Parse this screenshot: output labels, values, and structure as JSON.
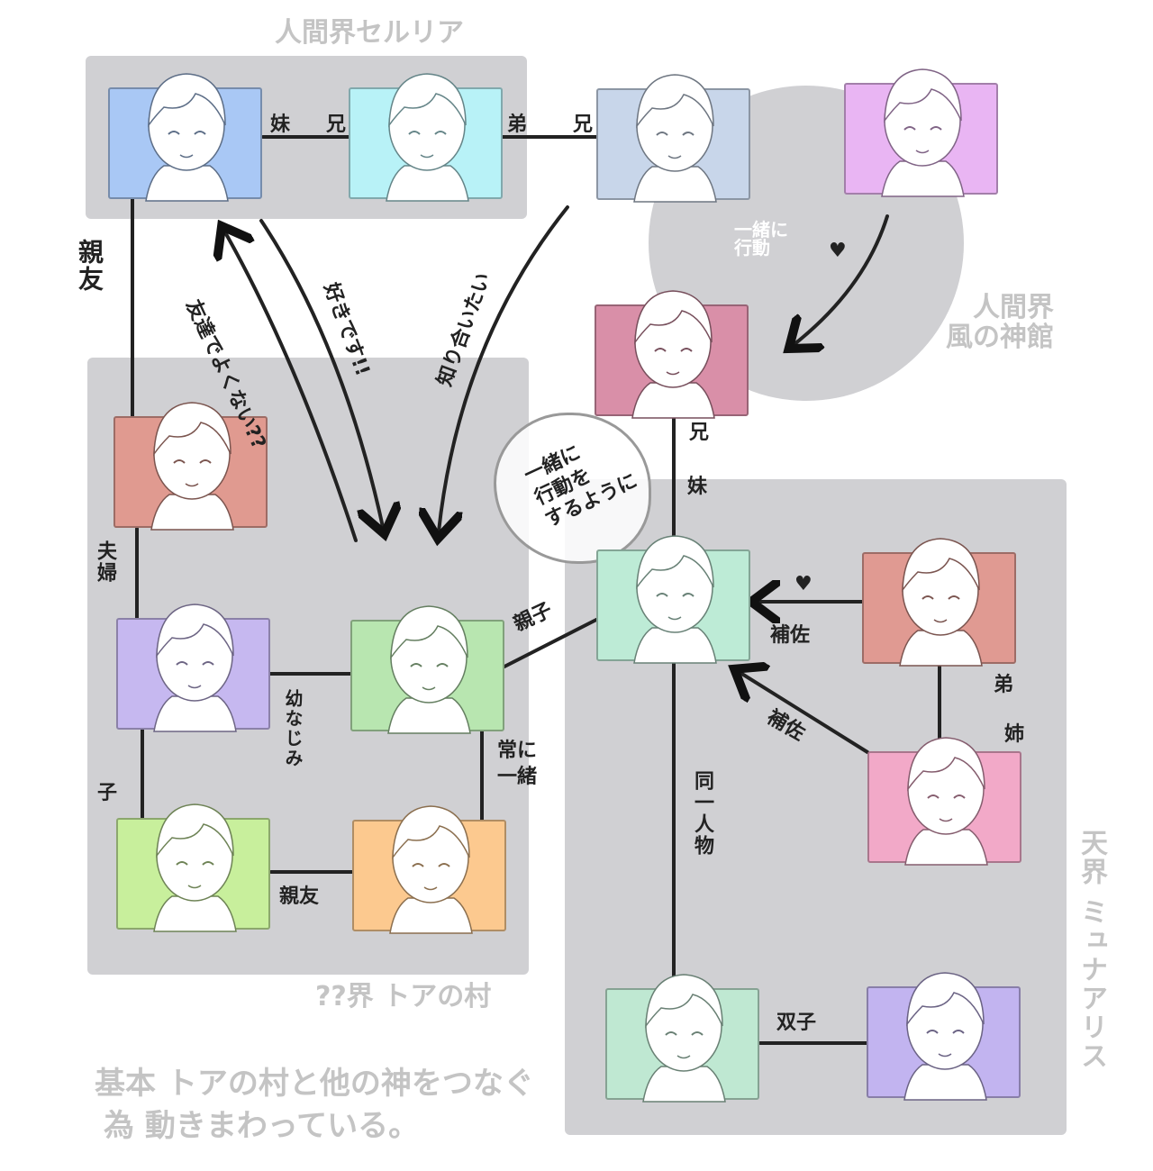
{
  "regions": {
    "human_cerulia": "人間界セルリア",
    "wind_shrine": "人間界\n風の神館",
    "toa_village": "??界 トアの村",
    "heaven": "天界 ミュナアリス"
  },
  "note": {
    "line1": "基本 トアの村と他の神をつなぐ",
    "line2": "為 動きまわっている。"
  },
  "relations": {
    "sister_a": "妹",
    "brother_a": "兄",
    "younger_brother": "弟",
    "brother_b": "兄",
    "best_friend_a": "親友",
    "friends_ok": "友達でよくない??",
    "i_like_you": "好きです!!",
    "want_to_know": "知り合いたい",
    "act_together": "一緒に\n行動",
    "heart": "♥",
    "bubble": "一緒に\n行動を\nするように",
    "brother_c": "兄",
    "sister_c": "妹",
    "married": "夫婦",
    "childhood_friend": "幼なじみ",
    "parent_child": "親子",
    "always_together": "常に\n一緒",
    "child": "子",
    "best_friend_b": "親友",
    "assistant_a": "補佐",
    "assistant_b": "補佐",
    "younger_brother_b": "弟",
    "elder_sister": "姉",
    "same_person": "同一人物",
    "twins": "双子"
  },
  "card_colors": [
    "#a9c8f5",
    "#b8f2f7",
    "#c8d6ea",
    "#e9b5f3",
    "#d98fa8",
    "#e09a90",
    "#c6b8f0",
    "#b8e6b0",
    "#c8ef9c",
    "#fcc98f",
    "#bdebd6",
    "#e09a92",
    "#f2a9c8",
    "#bfe8d2",
    "#c2b4f0"
  ]
}
